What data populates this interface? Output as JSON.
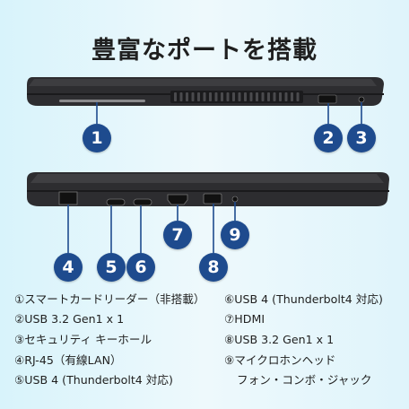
{
  "title": "豊富なポートを搭載",
  "colors": {
    "marker": "#1e4b8e",
    "laptop": "#2b2b2d",
    "background": "#e6f7fc"
  },
  "markers": [
    "1",
    "2",
    "3",
    "4",
    "5",
    "6",
    "7",
    "8",
    "9"
  ],
  "specs": {
    "left": [
      "①スマートカードリーダー（非搭載）",
      "②USB 3.2 Gen1 x 1",
      "③セキュリティ キーホール",
      "④RJ-45（有線LAN）",
      "⑤USB 4 (Thunderbolt4 対応)"
    ],
    "right": [
      "⑥USB 4 (Thunderbolt4 対応)",
      "⑦HDMI",
      "⑧USB 3.2 Gen1 x 1",
      "⑨マイクロホンヘッド",
      "フォン・コンボ・ジャック"
    ]
  }
}
